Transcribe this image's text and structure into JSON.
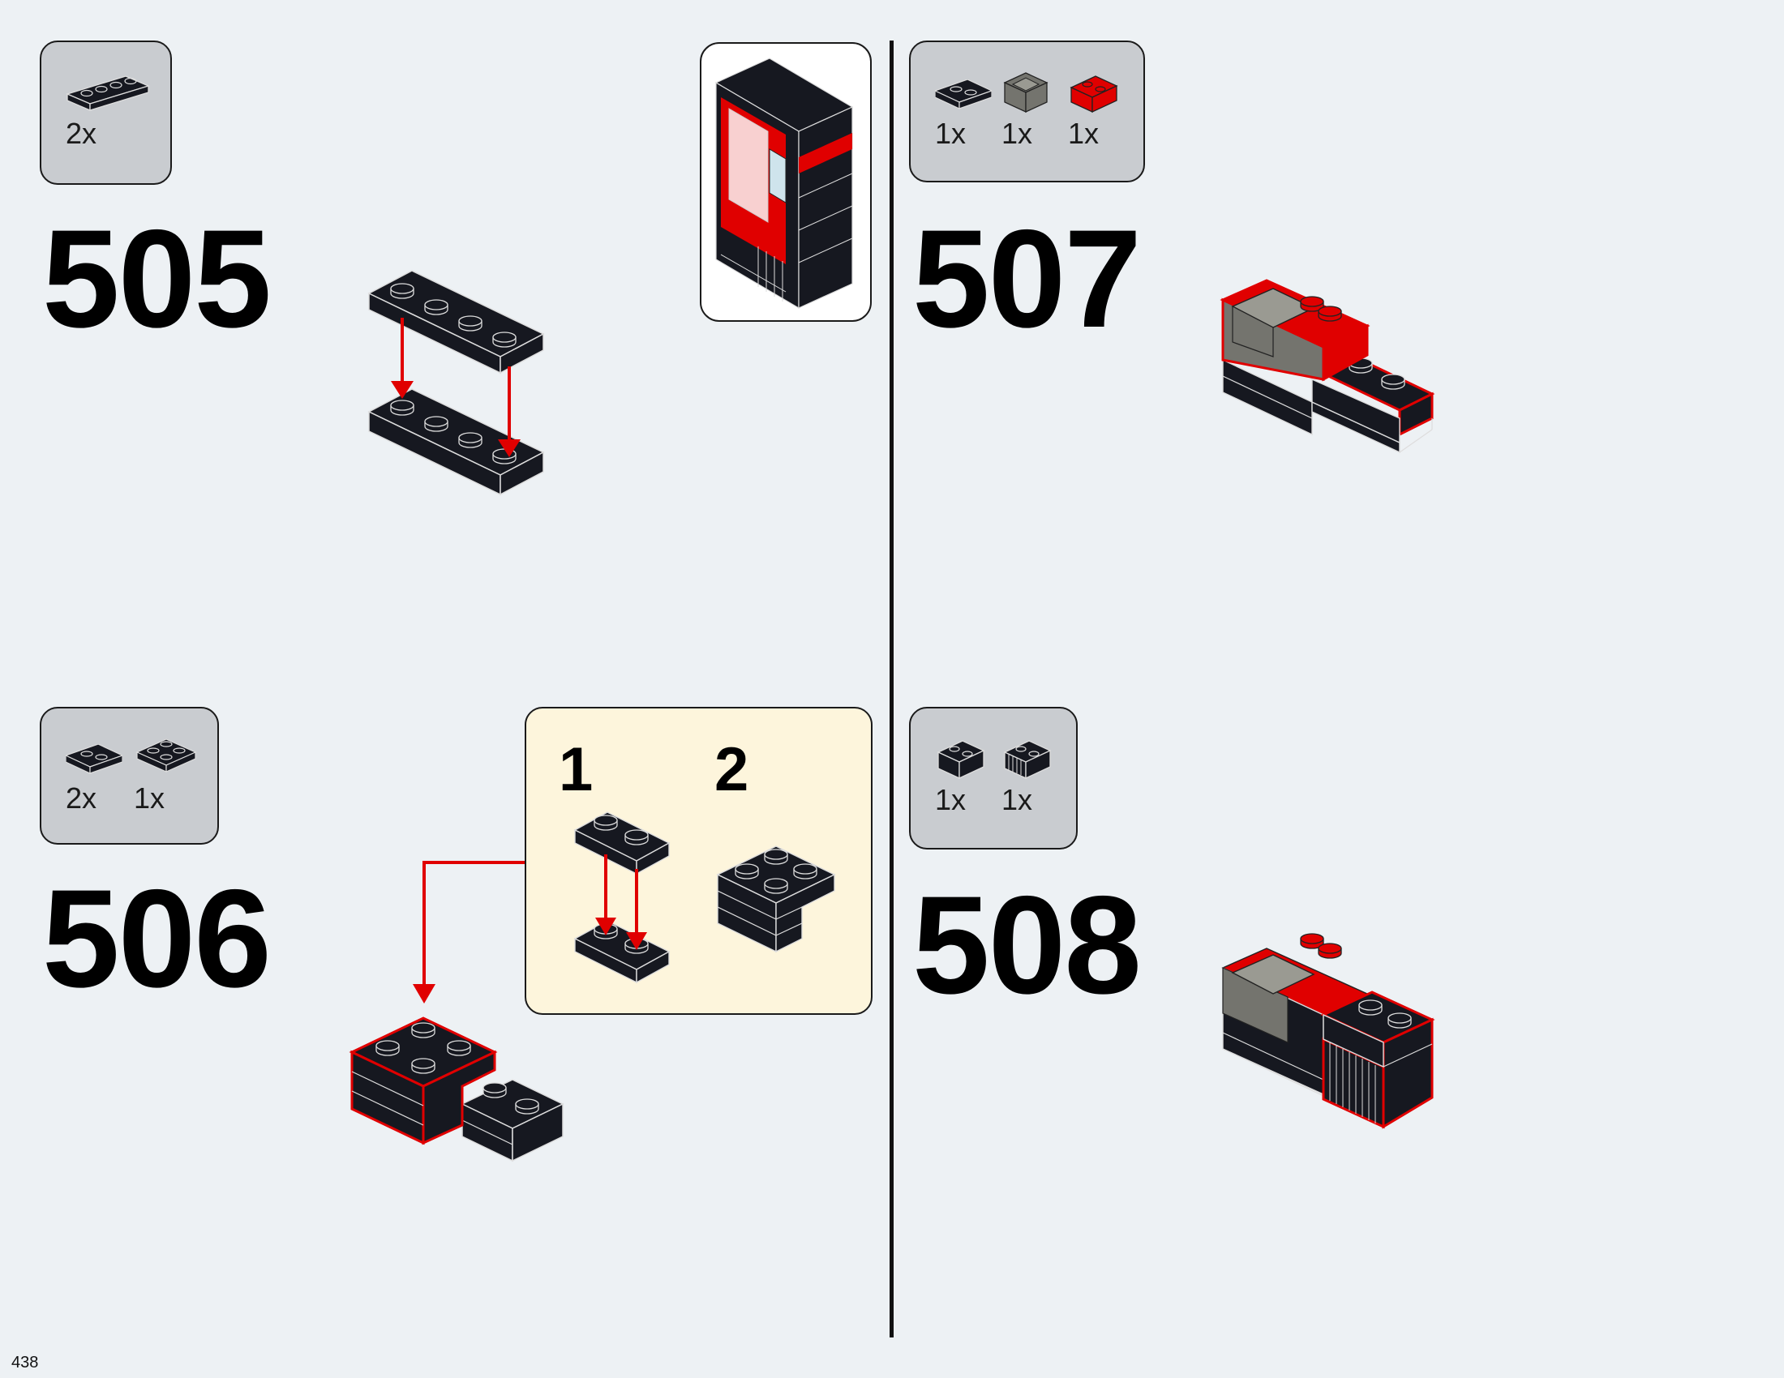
{
  "page_number": "438",
  "colors": {
    "background": "#edf1f4",
    "parts_box": "#c9ccd0",
    "callout": "#fdf5dc",
    "brick_black": "#161820",
    "brick_red": "#e00000",
    "brick_gray": "#74746e",
    "arrow_red": "#e00000"
  },
  "steps": [
    {
      "number": "505",
      "parts": [
        {
          "icon": "black-plate-1x4-icon",
          "qty": "2x"
        }
      ]
    },
    {
      "number": "506",
      "parts": [
        {
          "icon": "black-plate-1x2-icon",
          "qty": "2x"
        },
        {
          "icon": "black-plate-2x2-icon",
          "qty": "1x"
        }
      ],
      "substeps": [
        "1",
        "2"
      ]
    },
    {
      "number": "507",
      "parts": [
        {
          "icon": "black-plate-1x2-icon",
          "qty": "1x"
        },
        {
          "icon": "gray-seat-icon",
          "qty": "1x"
        },
        {
          "icon": "red-brick-1x2-icon",
          "qty": "1x"
        }
      ]
    },
    {
      "number": "508",
      "parts": [
        {
          "icon": "black-brick-1x2-icon",
          "qty": "1x"
        },
        {
          "icon": "black-grille-brick-icon",
          "qty": "1x"
        }
      ]
    }
  ]
}
